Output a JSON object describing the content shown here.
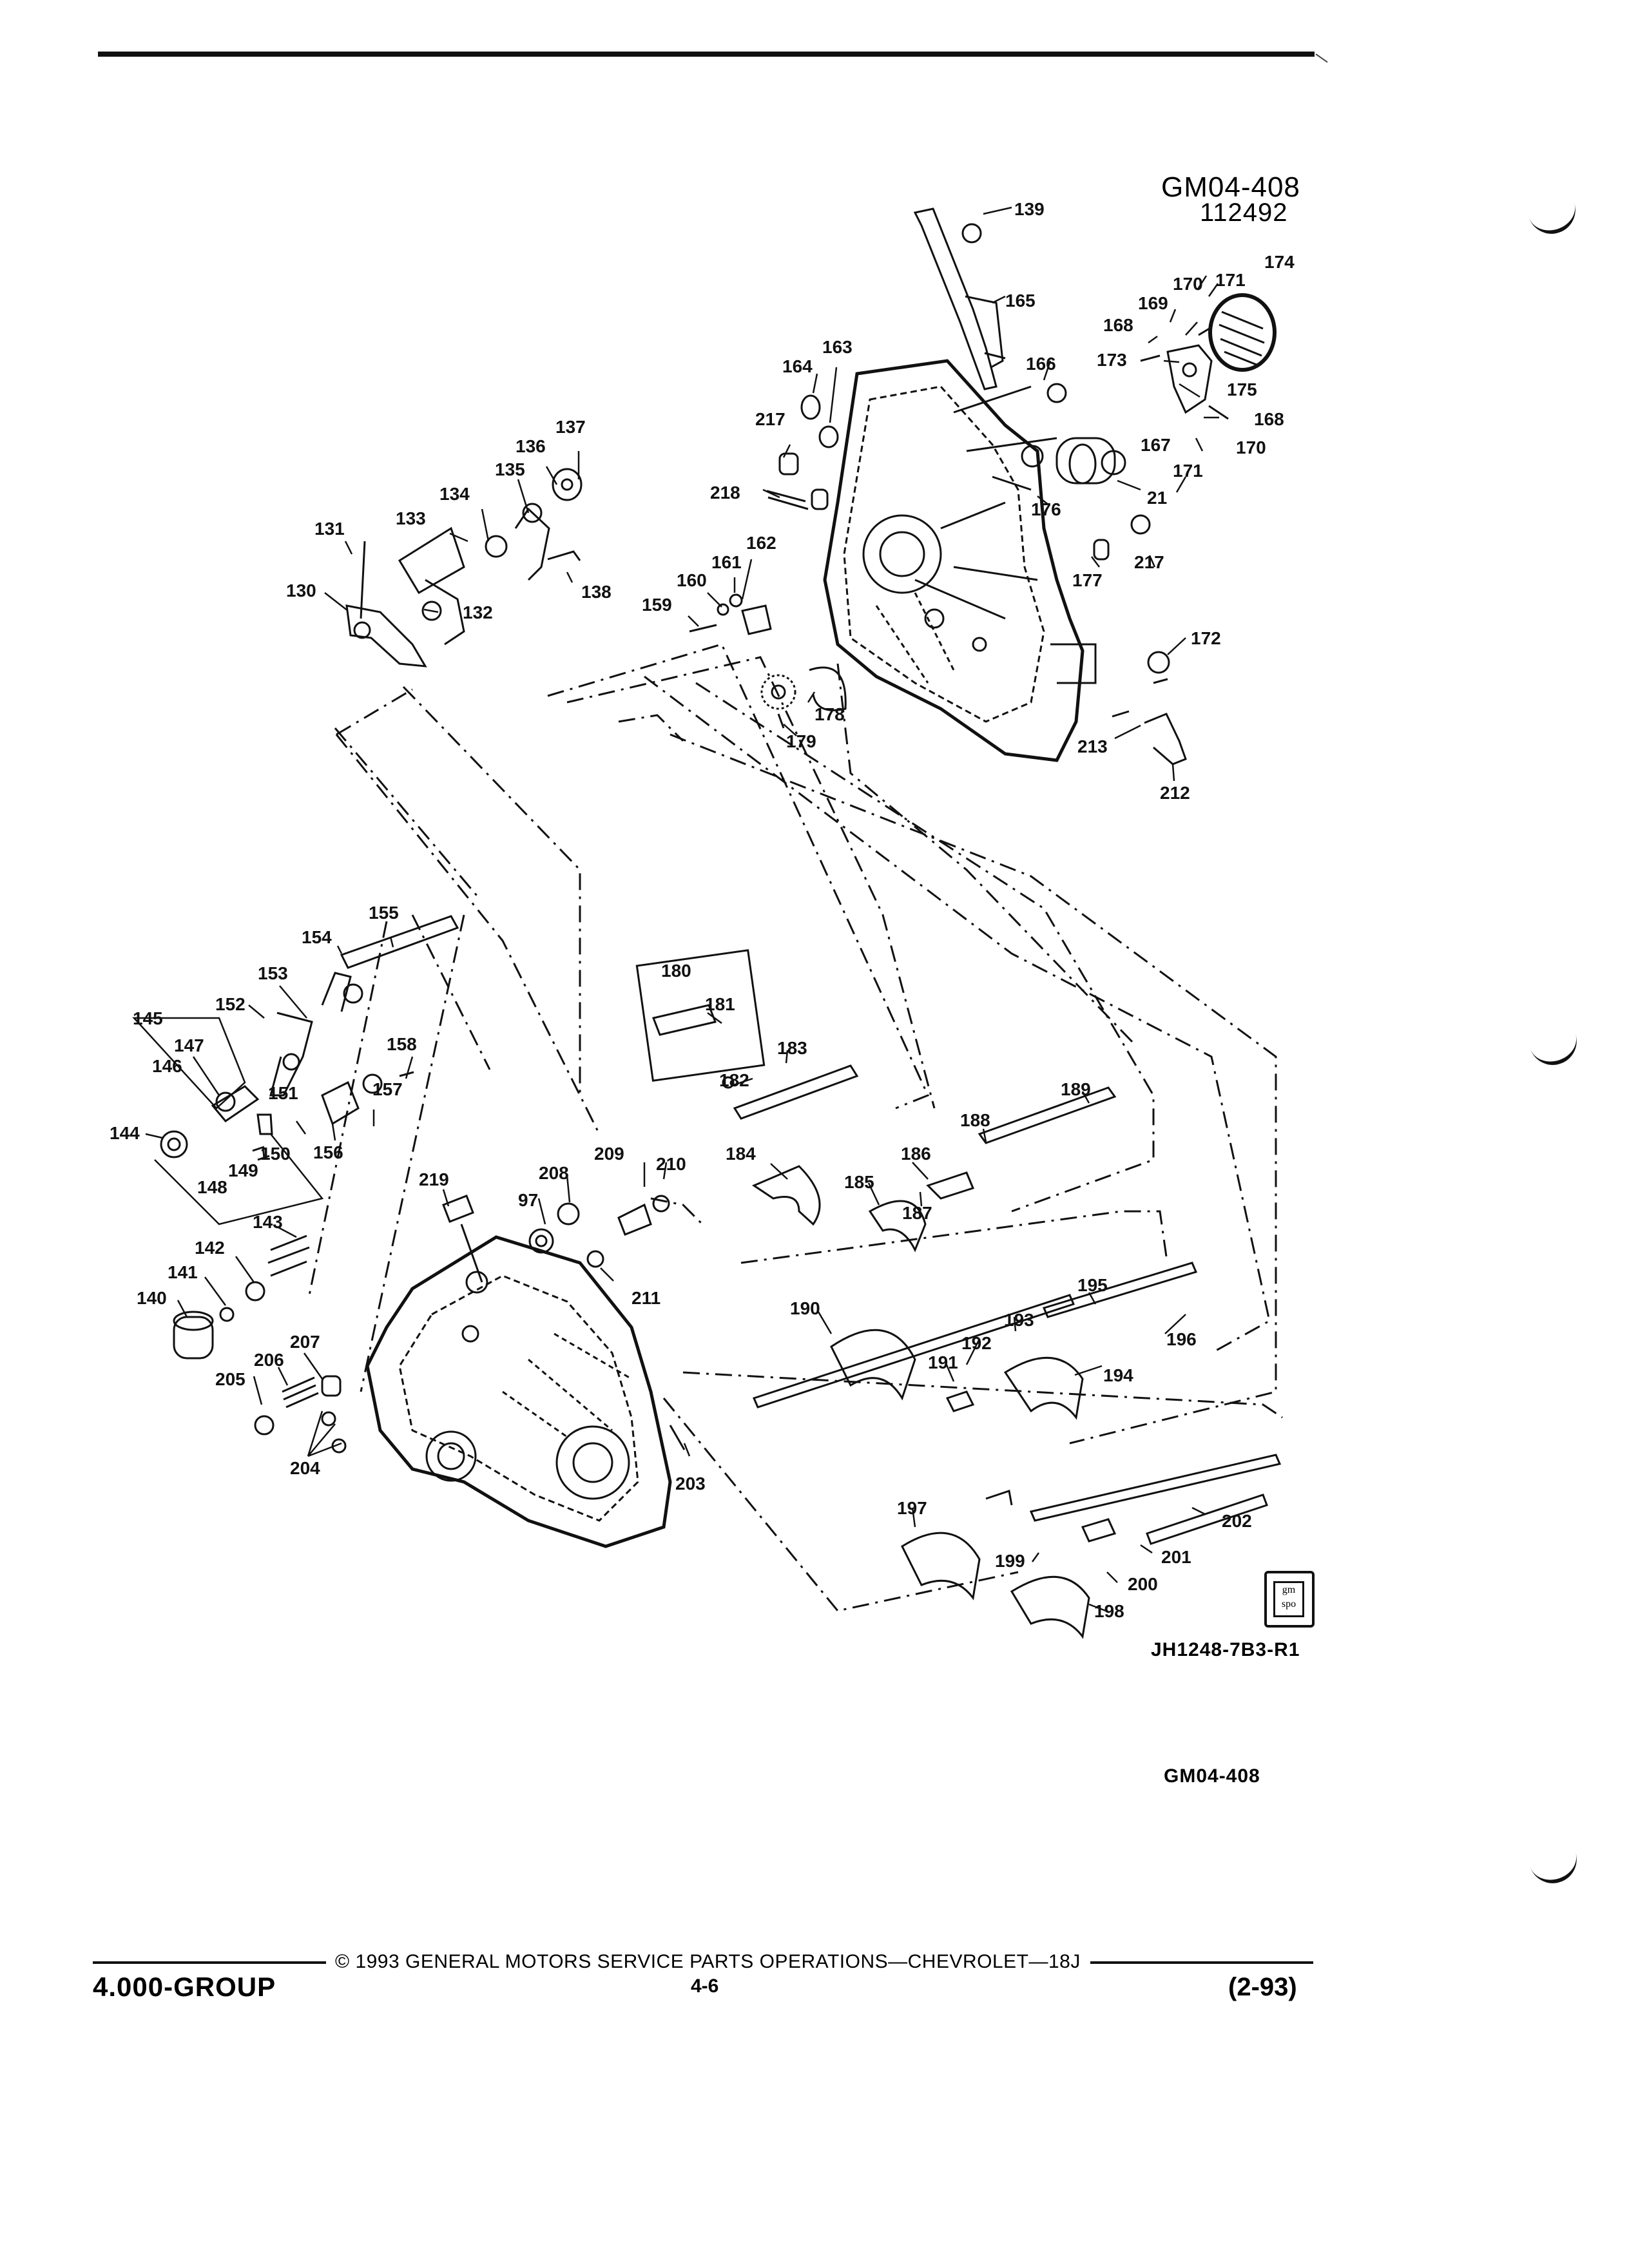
{
  "figure": {
    "code_top": "GM04-408",
    "date_code": "112492",
    "illustration_ref": "JH1248-7B3-R1",
    "code_bottom": "GM04-408",
    "logo_text": "gm spo"
  },
  "callouts": [
    {
      "label": "139"
    },
    {
      "label": "165"
    },
    {
      "label": "174"
    },
    {
      "label": "170"
    },
    {
      "label": "171"
    },
    {
      "label": "169"
    },
    {
      "label": "168"
    },
    {
      "label": "173"
    },
    {
      "label": "175"
    },
    {
      "label": "168"
    },
    {
      "label": "170"
    },
    {
      "label": "167"
    },
    {
      "label": "171"
    },
    {
      "label": "21"
    },
    {
      "label": "176"
    },
    {
      "label": "166"
    },
    {
      "label": "164"
    },
    {
      "label": "163"
    },
    {
      "label": "217"
    },
    {
      "label": "218"
    },
    {
      "label": "177"
    },
    {
      "label": "217"
    },
    {
      "label": "172"
    },
    {
      "label": "162"
    },
    {
      "label": "161"
    },
    {
      "label": "160"
    },
    {
      "label": "159"
    },
    {
      "label": "178"
    },
    {
      "label": "179"
    },
    {
      "label": "213"
    },
    {
      "label": "212"
    },
    {
      "label": "137"
    },
    {
      "label": "136"
    },
    {
      "label": "135"
    },
    {
      "label": "134"
    },
    {
      "label": "133"
    },
    {
      "label": "131"
    },
    {
      "label": "130"
    },
    {
      "label": "132"
    },
    {
      "label": "138"
    },
    {
      "label": "155"
    },
    {
      "label": "154"
    },
    {
      "label": "153"
    },
    {
      "label": "152"
    },
    {
      "label": "145"
    },
    {
      "label": "147"
    },
    {
      "label": "146"
    },
    {
      "label": "144"
    },
    {
      "label": "158"
    },
    {
      "label": "151"
    },
    {
      "label": "157"
    },
    {
      "label": "150"
    },
    {
      "label": "149"
    },
    {
      "label": "156"
    },
    {
      "label": "148"
    },
    {
      "label": "143"
    },
    {
      "label": "142"
    },
    {
      "label": "141"
    },
    {
      "label": "140"
    },
    {
      "label": "180"
    },
    {
      "label": "181"
    },
    {
      "label": "183"
    },
    {
      "label": "182"
    },
    {
      "label": "189"
    },
    {
      "label": "188"
    },
    {
      "label": "186"
    },
    {
      "label": "184"
    },
    {
      "label": "185"
    },
    {
      "label": "187"
    },
    {
      "label": "209"
    },
    {
      "label": "210"
    },
    {
      "label": "208"
    },
    {
      "label": "97"
    },
    {
      "label": "219"
    },
    {
      "label": "211"
    },
    {
      "label": "195"
    },
    {
      "label": "196"
    },
    {
      "label": "190"
    },
    {
      "label": "193"
    },
    {
      "label": "192"
    },
    {
      "label": "191"
    },
    {
      "label": "194"
    },
    {
      "label": "207"
    },
    {
      "label": "206"
    },
    {
      "label": "205"
    },
    {
      "label": "204"
    },
    {
      "label": "203"
    },
    {
      "label": "197"
    },
    {
      "label": "202"
    },
    {
      "label": "201"
    },
    {
      "label": "199"
    },
    {
      "label": "200"
    },
    {
      "label": "198"
    }
  ],
  "footer": {
    "copyright": "© 1993 GENERAL MOTORS SERVICE PARTS OPERATIONS—CHEVROLET—18J",
    "group": "4.000-GROUP",
    "page": "4-6",
    "revision": "(2-93)"
  }
}
